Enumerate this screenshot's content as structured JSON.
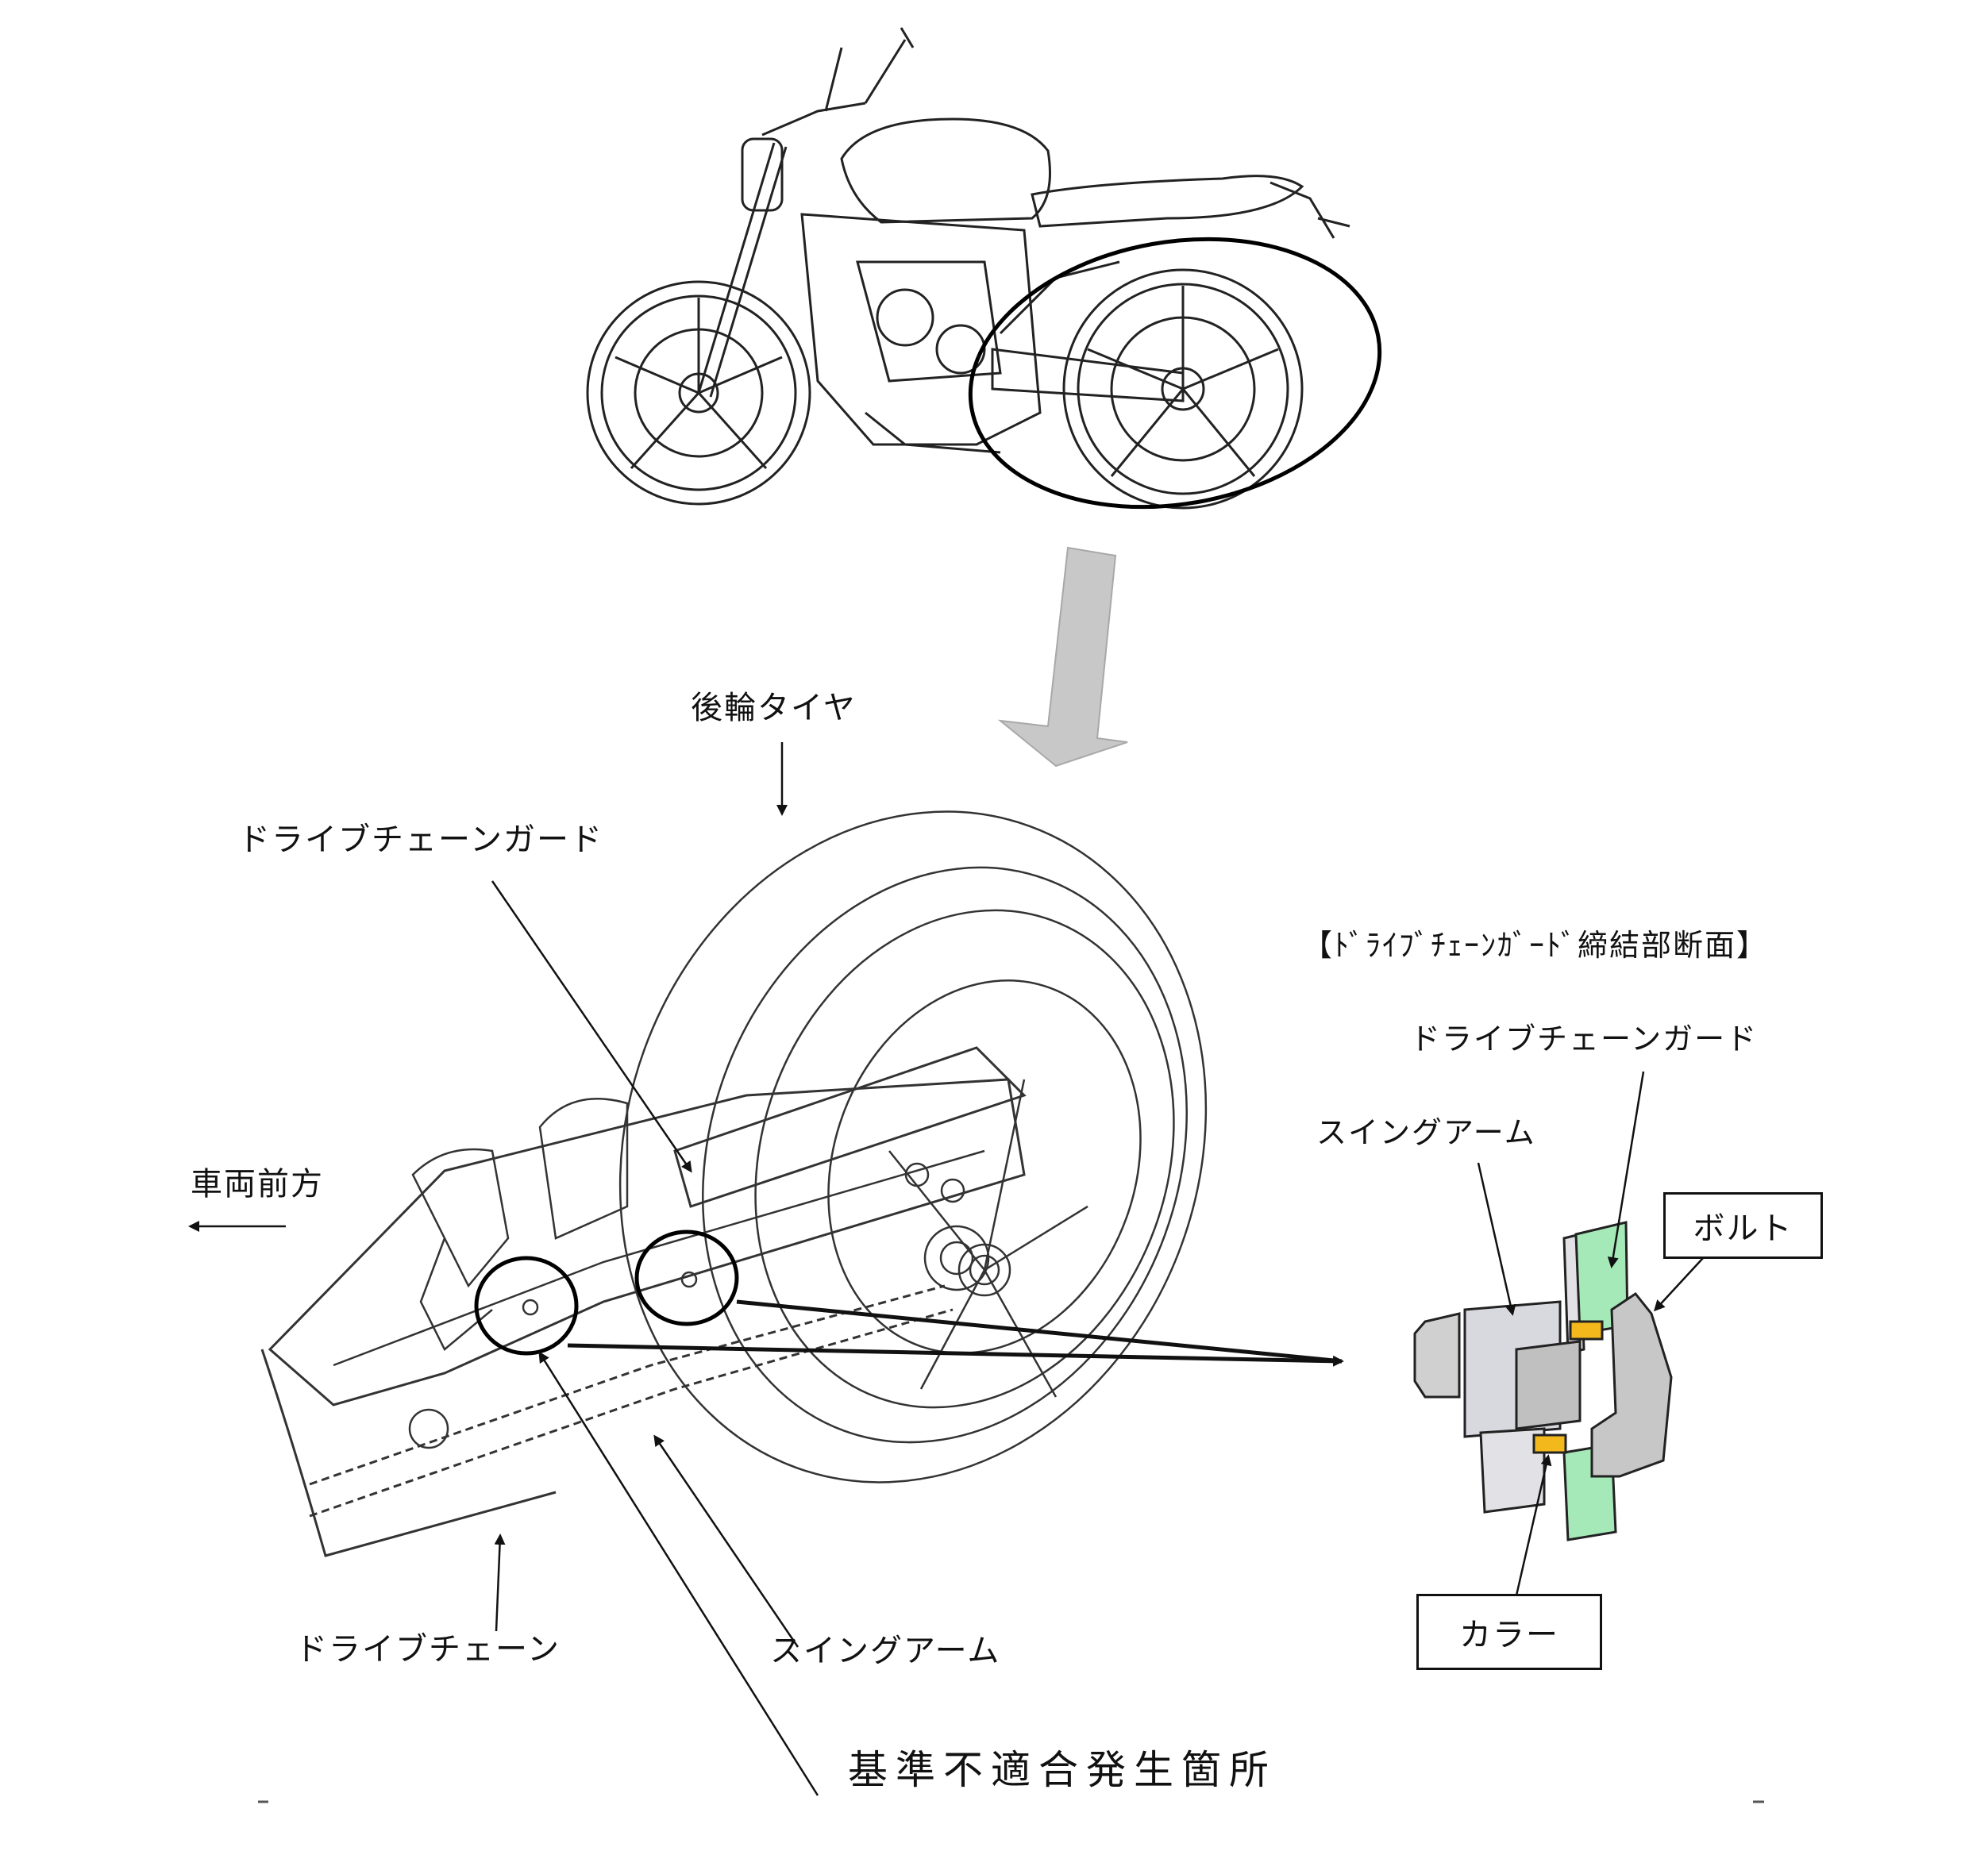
{
  "labels": {
    "rear_tire": "後輪タイヤ",
    "chain_guard_main": "ドライブチェーンガード",
    "vehicle_front": "車両前方",
    "drive_chain": "ドライブチェーン",
    "swing_arm_main": "スイングアーム",
    "nonconformity_location": "基準不適合発生箇所"
  },
  "cross_section": {
    "title": "【ﾄﾞﾗｲﾌﾞﾁｪｰﾝｶﾞｰﾄﾞ締結部断面】",
    "chain_guard": "ドライブチェーンガード",
    "swing_arm": "スイングアーム",
    "bolt": "ボルト",
    "collar": "カラー"
  },
  "colors": {
    "chain_guard_part": "#a6e9b8",
    "collar_part": "#f2b81c",
    "bolt_part": "#c7c7c7",
    "swing_arm_part": "#d8d8df",
    "pointer_arrow": "#c8c8c8",
    "line": "#111111"
  }
}
